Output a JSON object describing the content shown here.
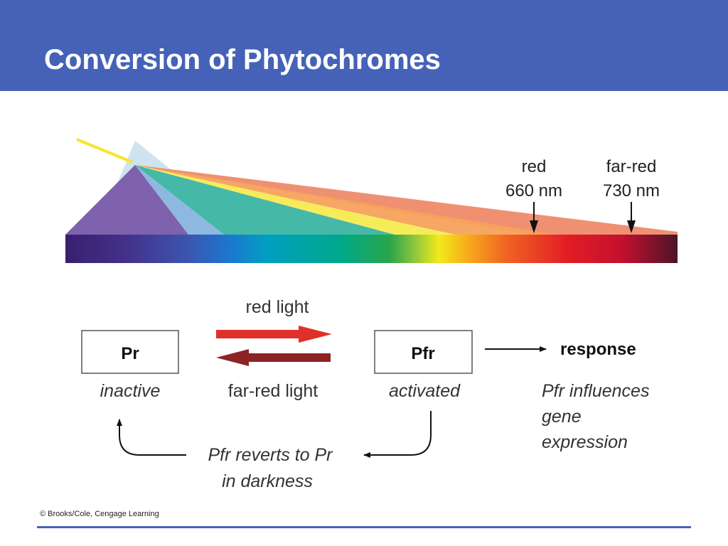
{
  "slide": {
    "title": "Conversion of Phytochromes",
    "credit": "© Brooks/Cole, Cengage Learning"
  },
  "spectrum": {
    "markers": [
      {
        "name": "red",
        "line1": "red",
        "line2": "660 nm"
      },
      {
        "name": "far-red",
        "line1": "far-red",
        "line2": "730 nm"
      }
    ]
  },
  "cycle": {
    "pr_label": "Pr",
    "pr_state": "inactive",
    "pfr_label": "Pfr",
    "pfr_state": "activated",
    "red_light": "red light",
    "far_red_light": "far-red light",
    "response": "response",
    "response_note": [
      "Pfr influences",
      "gene",
      "expression"
    ],
    "darkness_note": [
      "Pfr reverts to Pr",
      "in darkness"
    ]
  },
  "colors": {
    "header": "#4562b8",
    "red_arrow": "#e1302a",
    "far_red_arrow": "#8e2323"
  }
}
